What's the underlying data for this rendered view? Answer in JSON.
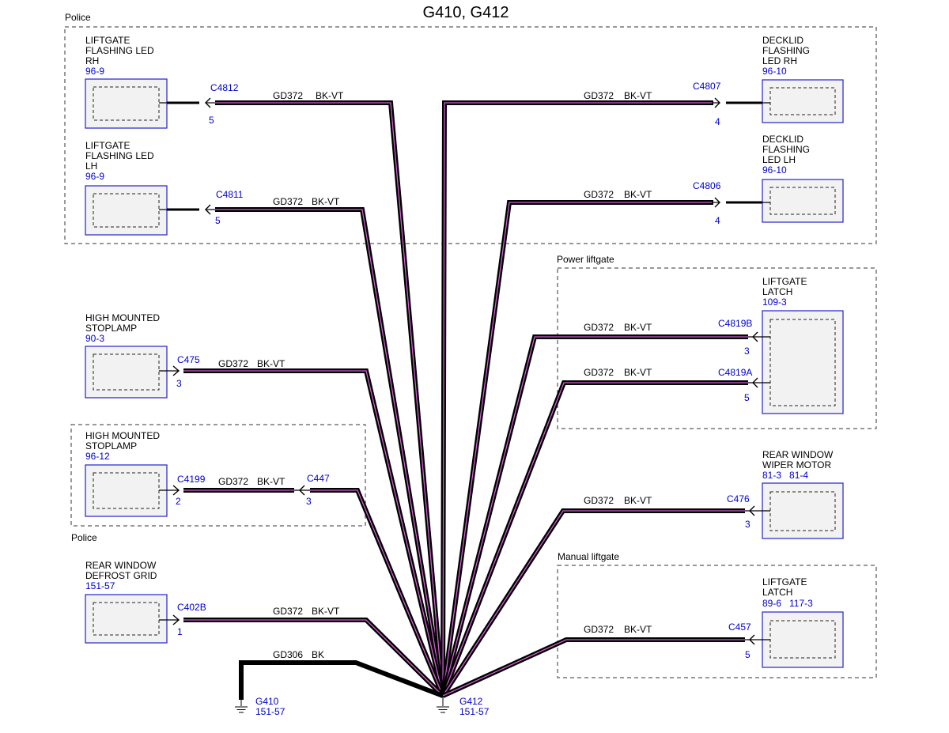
{
  "title": "G410, G412",
  "groups": {
    "police_top": "Police",
    "power_liftgate": "Power liftgate",
    "police_bottom": "Police",
    "manual_liftgate": "Manual liftgate"
  },
  "components": [
    {
      "id": "lf_rh",
      "lines": [
        "LIFTGATE",
        "FLASHING LED",
        "RH"
      ],
      "ref": "96-9"
    },
    {
      "id": "lf_lh",
      "lines": [
        "LIFTGATE",
        "FLASHING LED",
        "LH"
      ],
      "ref": "96-9"
    },
    {
      "id": "hms1",
      "lines": [
        "HIGH MOUNTED",
        "STOPLAMP"
      ],
      "ref": "90-3"
    },
    {
      "id": "hms2",
      "lines": [
        "HIGH MOUNTED",
        "STOPLAMP"
      ],
      "ref": "96-12"
    },
    {
      "id": "defrost",
      "lines": [
        "REAR WINDOW",
        "DEFROST GRID"
      ],
      "ref": "151-57"
    },
    {
      "id": "dk_rh",
      "lines": [
        "DECKLID",
        "FLASHING",
        "LED RH"
      ],
      "ref": "96-10"
    },
    {
      "id": "dk_lh",
      "lines": [
        "DECKLID",
        "FLASHING",
        "LED LH"
      ],
      "ref": "96-10"
    },
    {
      "id": "latch_p",
      "lines": [
        "LIFTGATE",
        "LATCH"
      ],
      "ref": "109-3"
    },
    {
      "id": "wiper",
      "lines": [
        "REAR WINDOW",
        "WIPER MOTOR"
      ],
      "ref": "81-3   81-4"
    },
    {
      "id": "latch_m",
      "lines": [
        "LIFTGATE",
        "LATCH"
      ],
      "ref": "89-6   117-3"
    }
  ],
  "connectors": [
    {
      "id": "C4812",
      "pin": "5"
    },
    {
      "id": "C4811",
      "pin": "5"
    },
    {
      "id": "C475",
      "pin": "3"
    },
    {
      "id": "C4199",
      "pin": "2"
    },
    {
      "id": "C447",
      "pin": "3"
    },
    {
      "id": "C402B",
      "pin": "1"
    },
    {
      "id": "C4807",
      "pin": "4"
    },
    {
      "id": "C4806",
      "pin": "4"
    },
    {
      "id": "C4819B",
      "pin": "3"
    },
    {
      "id": "C4819A",
      "pin": "5"
    },
    {
      "id": "C476",
      "pin": "3"
    },
    {
      "id": "C457",
      "pin": "5"
    }
  ],
  "wire": {
    "circuit": "GD372",
    "color": "BK-VT"
  },
  "ground_wire": {
    "circuit": "GD306",
    "color": "BK"
  },
  "grounds": [
    {
      "name": "G410",
      "ref": "151-57"
    },
    {
      "name": "G412",
      "ref": "151-57"
    }
  ]
}
